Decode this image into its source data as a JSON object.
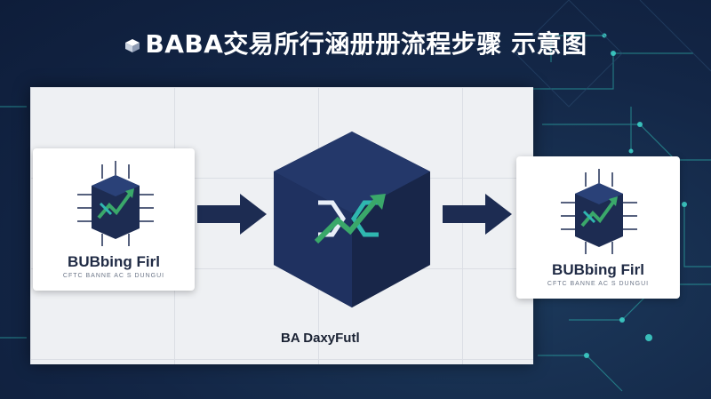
{
  "title": "BABA交易所行涵册册流程步骤 示意图",
  "left_node": {
    "title": "BUBbing Firl",
    "subtitle": "CFTC BANNE AC S  DUNGUI"
  },
  "right_node": {
    "title": "BUBbing Firl",
    "subtitle": "CFTC BANNE AC S  DUNGUI"
  },
  "center_node": {
    "label": "BA DaxyFutl"
  },
  "colors": {
    "background": "#14274a",
    "cube": "#1d2c52",
    "accent_green": "#3aa86a",
    "accent_teal": "#2fb7b0",
    "arrow": "#1d2c52"
  }
}
